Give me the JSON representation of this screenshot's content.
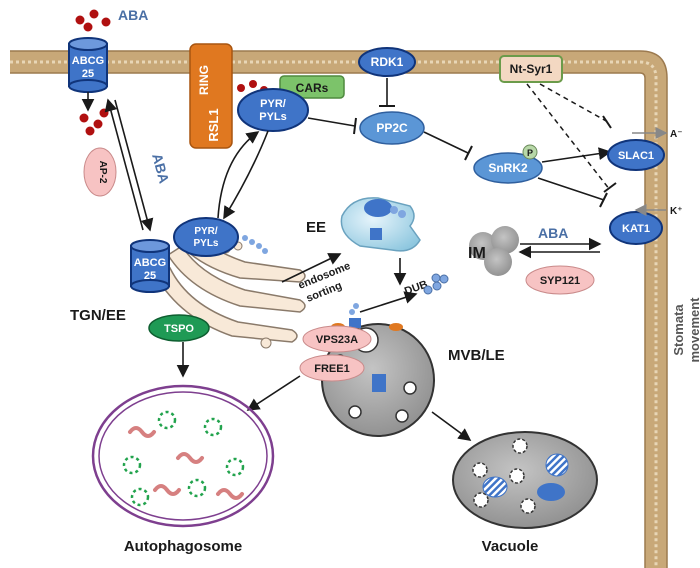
{
  "labels": {
    "aba_top": "ABA",
    "abcg_top_line1": "ABCG",
    "abcg_top_line2": "25",
    "ring": "RING",
    "rsl1": "RSL1",
    "cars": "CARs",
    "pyr_top_line1": "PYR/",
    "pyr_top_line2": "PYLs",
    "rdk1": "RDK1",
    "pp2c": "PP2C",
    "nt_syr1": "Nt-Syr1",
    "snrk2": "SnRK2",
    "p": "P",
    "slac1": "SLAC1",
    "a_minus": "A⁻",
    "k_plus": "K⁺",
    "kat1": "KAT1",
    "aba_mid": "ABA",
    "im": "IM",
    "syp121": "SYP121",
    "stomata_line1": "Stomata",
    "stomata_line2": "movement",
    "aba_left": "ABA",
    "ap2": "AP-2",
    "abcg_tgn_line1": "ABCG",
    "abcg_tgn_line2": "25",
    "pyr_tgn_line1": "PYR/",
    "pyr_tgn_line2": "PYLs",
    "tgn_ee": "TGN/EE",
    "ee": "EE",
    "endosome_line1": "endosome",
    "endosome_line2": "sorting",
    "tspo": "TSPO",
    "dub": "DUB",
    "vps23a": "VPS23A",
    "free1": "FREE1",
    "mvb_le": "MVB/LE",
    "autophagosome": "Autophagosome",
    "vacuole": "Vacuole"
  },
  "colors": {
    "membrane": "#c8a878",
    "protein_blue": "#3f74c8",
    "protein_pink": "#f7c3c3",
    "rsl1_orange": "#e07820",
    "cars_green": "#7cc36a",
    "tspo_green": "#1f9a55",
    "aba_red": "#b01010",
    "nt_syr1_fill": "#f3d8c2"
  }
}
